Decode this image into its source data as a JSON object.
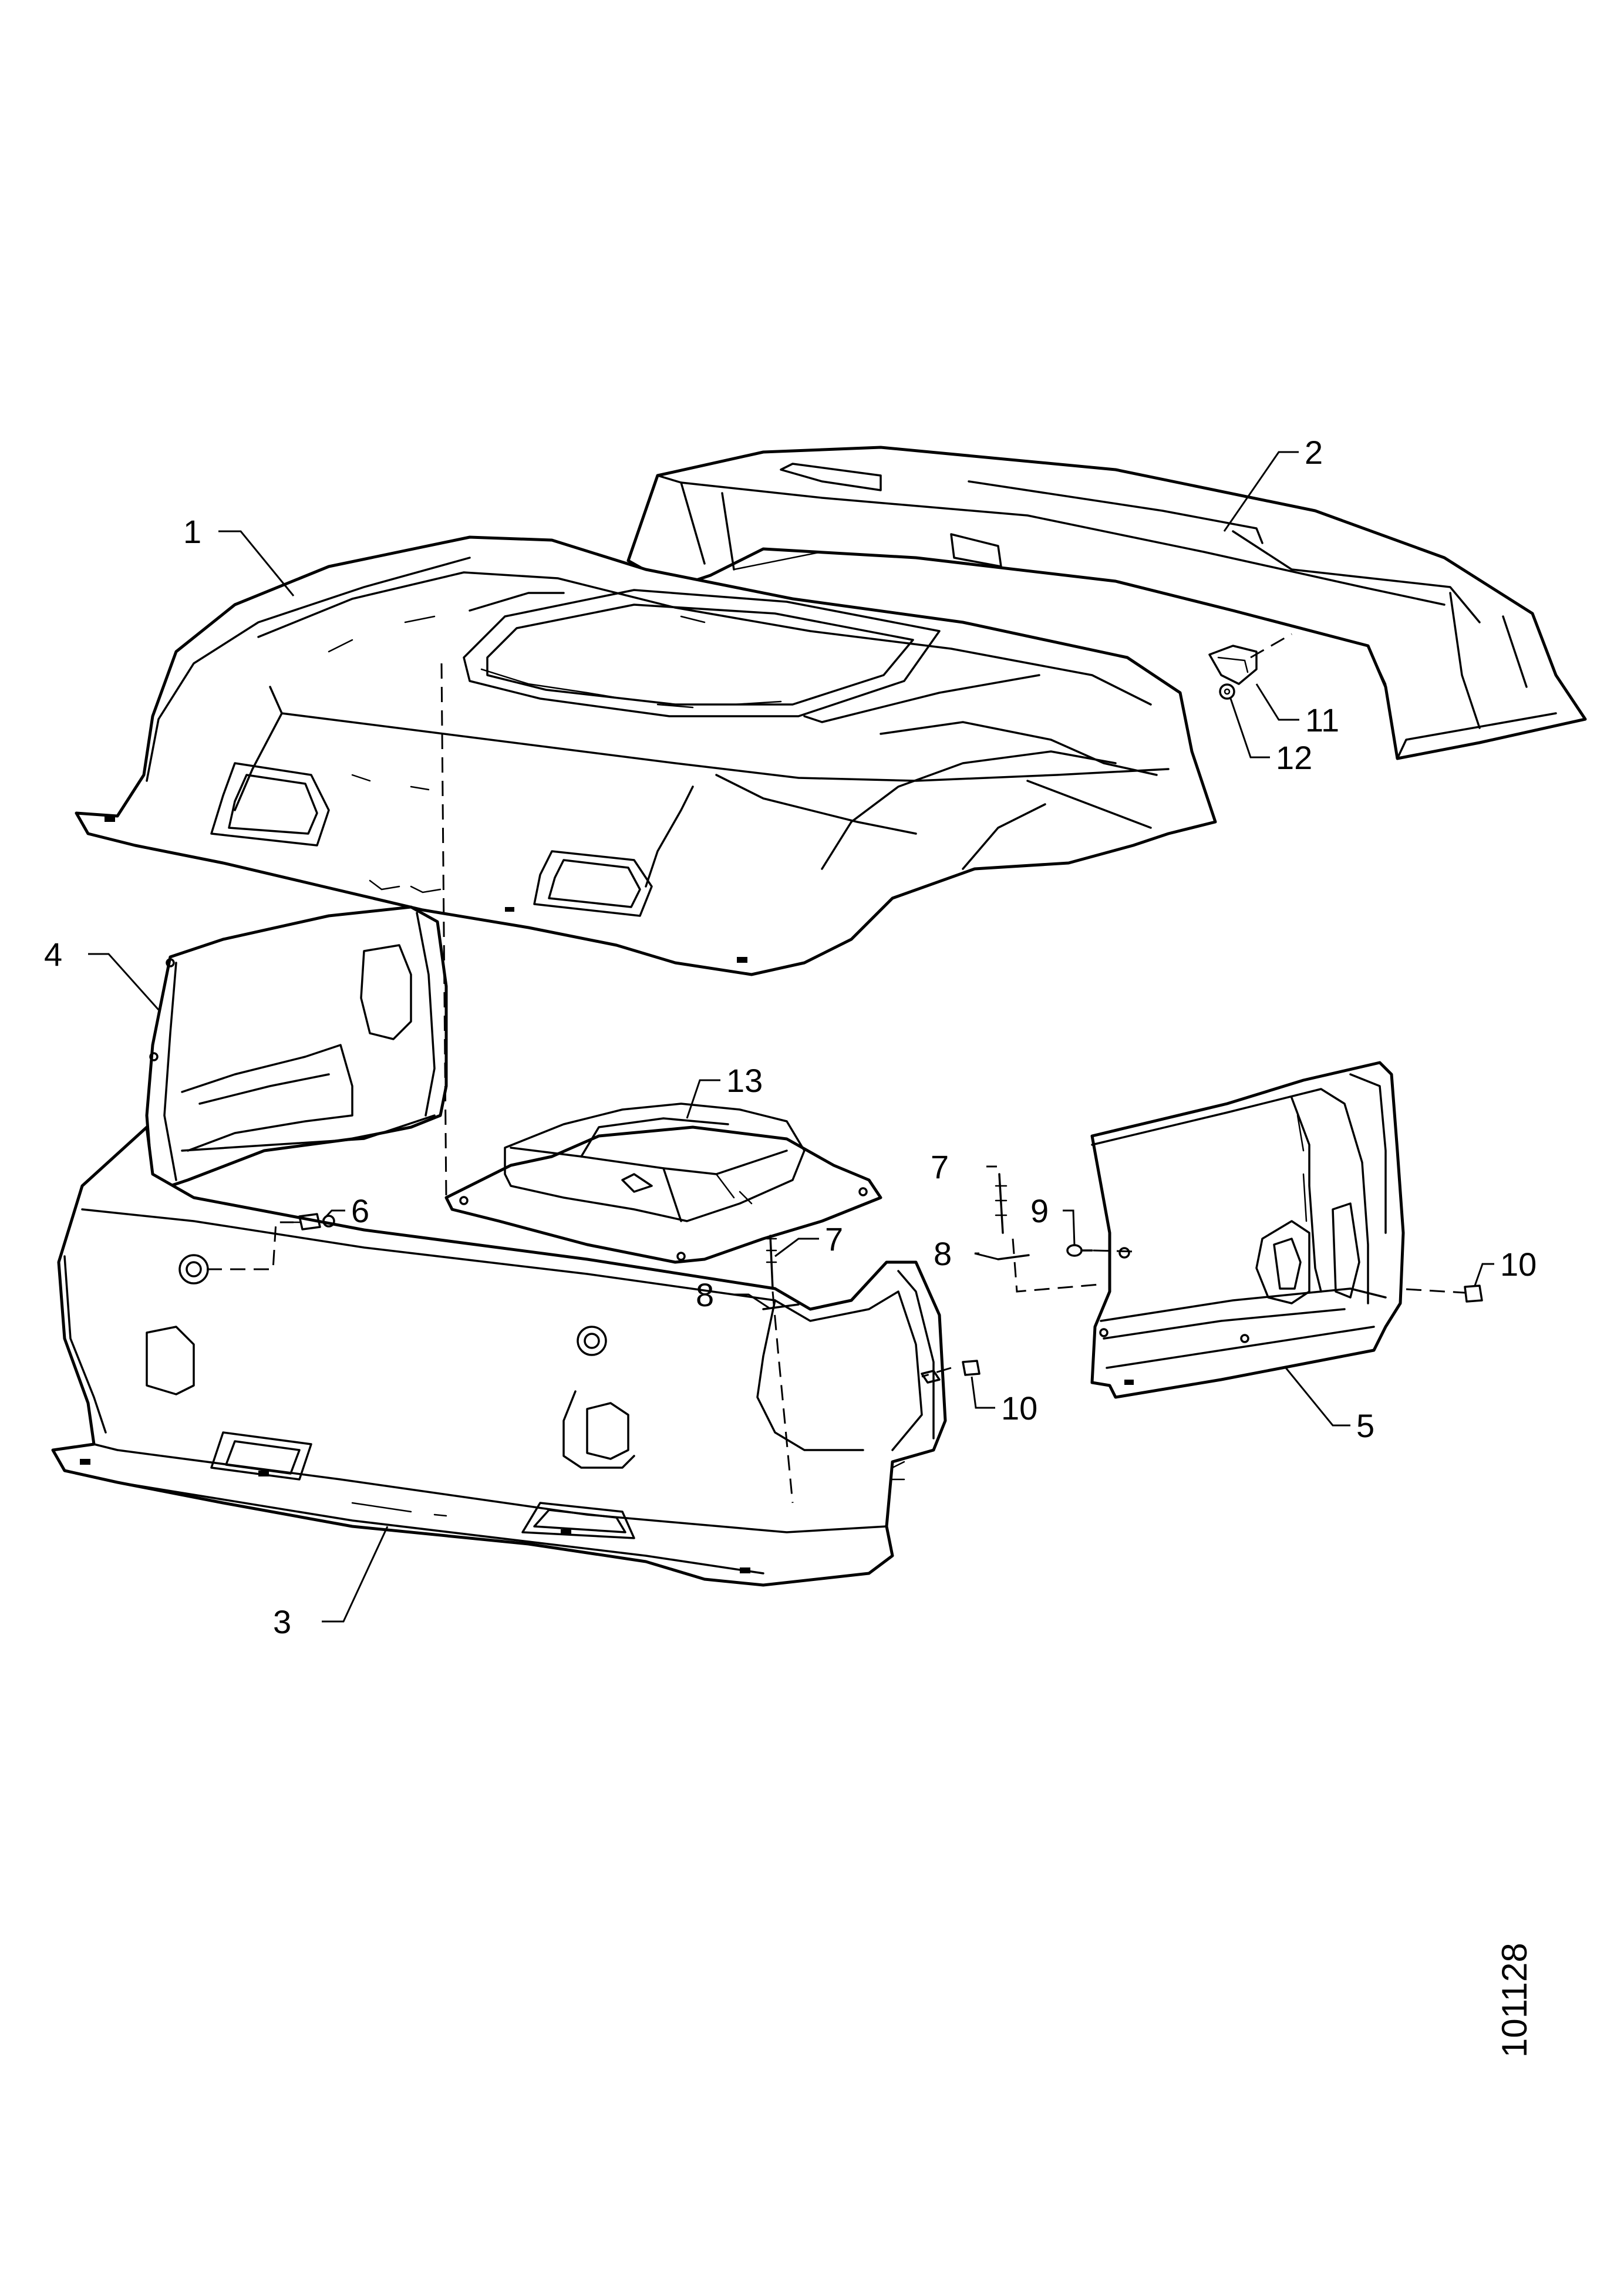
{
  "drawing": {
    "reference_number": "101128",
    "stroke_color": "#000000",
    "background_color": "#ffffff"
  },
  "callouts": [
    {
      "id": "c1",
      "label": "1"
    },
    {
      "id": "c2",
      "label": "2"
    },
    {
      "id": "c3",
      "label": "3"
    },
    {
      "id": "c4",
      "label": "4"
    },
    {
      "id": "c5",
      "label": "5"
    },
    {
      "id": "c6",
      "label": "6"
    },
    {
      "id": "c7a",
      "label": "7"
    },
    {
      "id": "c7b",
      "label": "7"
    },
    {
      "id": "c8a",
      "label": "8"
    },
    {
      "id": "c8b",
      "label": "8"
    },
    {
      "id": "c9",
      "label": "9"
    },
    {
      "id": "c10a",
      "label": "10"
    },
    {
      "id": "c10b",
      "label": "10"
    },
    {
      "id": "c11",
      "label": "11"
    },
    {
      "id": "c12",
      "label": "12"
    },
    {
      "id": "c13",
      "label": "13"
    }
  ]
}
